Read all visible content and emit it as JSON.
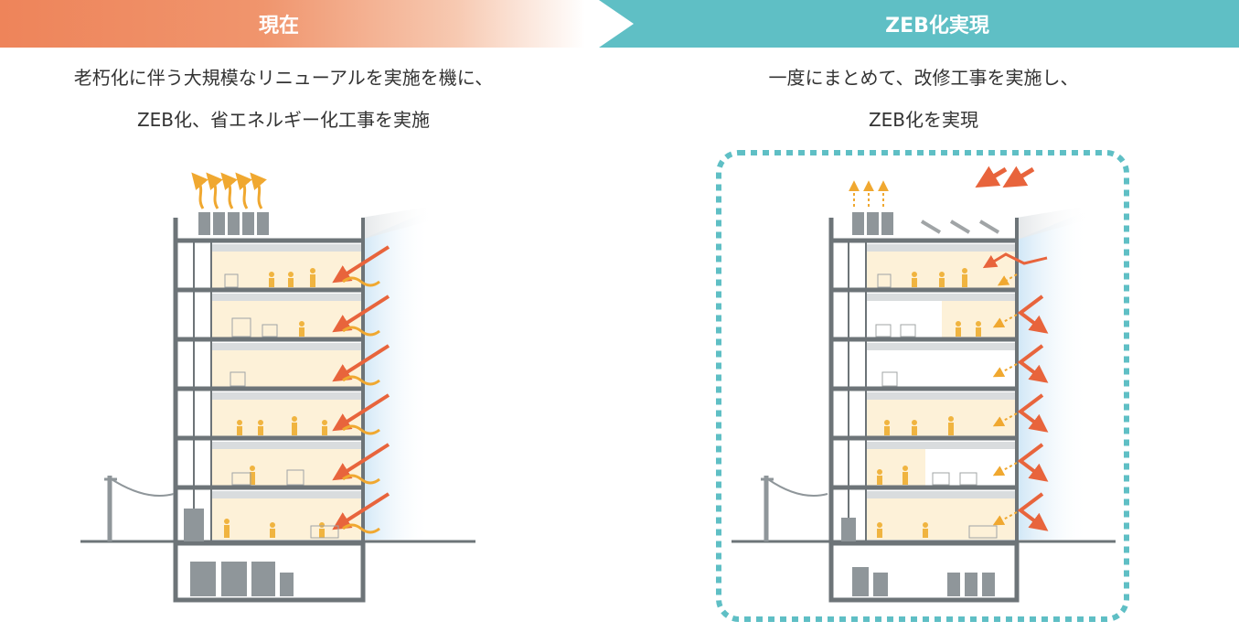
{
  "left_panel": {
    "header": "現在",
    "description_line1": "老朽化に伴う大規模なリニューアルを実施を機に、",
    "description_line2": "ZEB化、省エネルギー化工事を実施"
  },
  "right_panel": {
    "header": "ZEB化実現",
    "description_line1": "一度にまとめて、改修工事を実施し、",
    "description_line2": "ZEB化を実現"
  },
  "colors": {
    "accent_orange": "#ee845a",
    "accent_teal": "#5fbfc5",
    "heat_arrow": "#e8643c",
    "exhaust_arrow": "#f0a830",
    "building_frame": "#6d7478",
    "room_fill": "#fdf1d8",
    "occupant": "#f0b440"
  },
  "icons": {
    "exhaust": "exhaust-arrow-icon",
    "solar_heat": "solar-heat-arrow-icon",
    "occupant": "occupant-icon",
    "air_conditioner": "air-conditioner-icon",
    "solar_panel": "solar-panel-icon",
    "utility_pole": "utility-pole-icon"
  }
}
